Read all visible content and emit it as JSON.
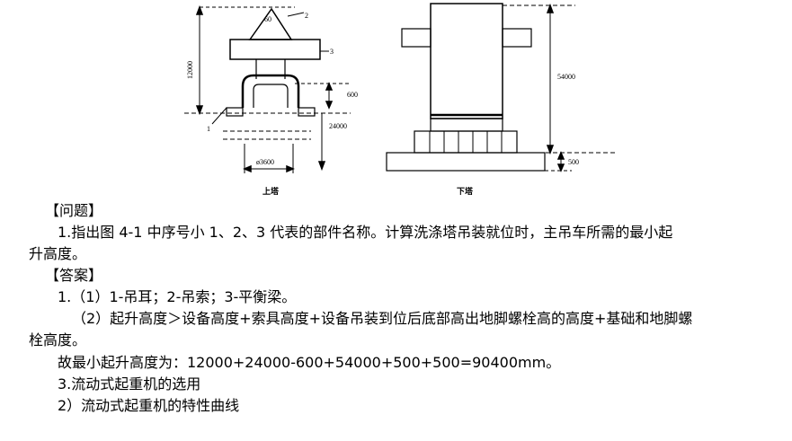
{
  "figure": {
    "upper": {
      "caption": "上塔",
      "dim_total_height": "12000",
      "dim_sling_angle": "60",
      "dim_600": "600",
      "dim_24000": "24000",
      "dim_diameter": "ø3600",
      "label_1": "1",
      "label_2": "2",
      "label_3": "3"
    },
    "lower": {
      "caption": "下塔",
      "dim_height": "54000",
      "dim_base": "500"
    }
  },
  "text": {
    "q_header": "【问题】",
    "q1_line1": "1.指出图 4-1 中序号小 1、2、3 代表的部件名称。计算洗涤塔吊装就位时，主吊车所需的最小起",
    "q1_line2": "升高度。",
    "a_header": "【答案】",
    "a1": "1.（1）1-吊耳；2-吊索；3-平衡梁。",
    "a2_line1": "（2）起升高度＞设备高度+索具高度+设备吊装到位后底部高出地脚螺栓高的高度+基础和地脚螺",
    "a2_line2": "栓高度。",
    "a3": "故最小起升高度为：12000+24000-600+54000+500+500=90400mm。",
    "s3": "3.流动式起重机的选用",
    "s3_2": "2）流动式起重机的特性曲线"
  }
}
